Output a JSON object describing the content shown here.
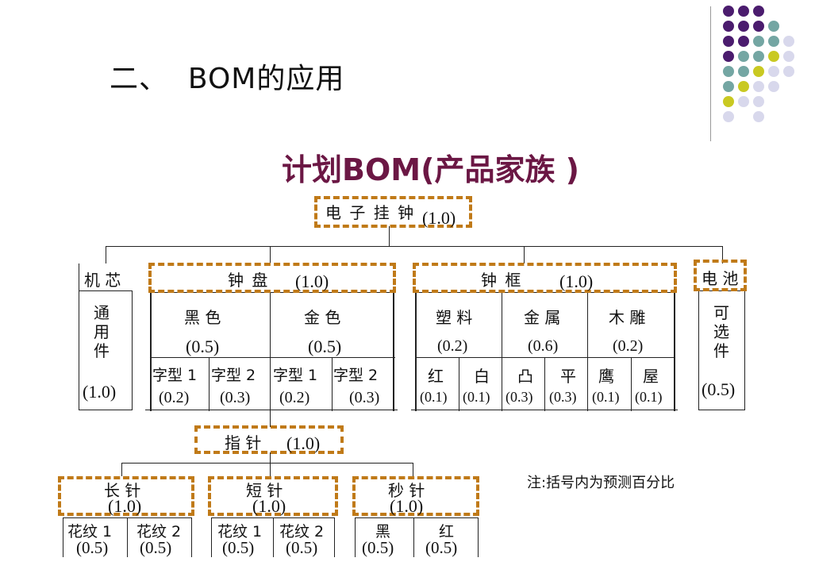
{
  "page_title": {
    "number": "二、",
    "text": "BOM的应用"
  },
  "diagram_title": "计划BOM(产品家族 )",
  "colors": {
    "frame_dash": "#c07a18",
    "title": "#6b1744",
    "dot_purple": "#4b1c6e",
    "dot_teal": "#74a6a3",
    "dot_yellow": "#c9c922",
    "dot_lavender": "#d8d8ec"
  },
  "root": {
    "name": "电 子 挂 钟",
    "qty": "(1.0)"
  },
  "level1": {
    "movement": {
      "name": "机 芯",
      "sub": "通用件",
      "qty": "(1.0)"
    },
    "dial": {
      "name": "钟  盘",
      "qty": "(1.0)"
    },
    "frame": {
      "name": "钟  框",
      "qty": "(1.0)"
    },
    "battery": {
      "name": "电 池",
      "sub": "可选件",
      "qty": "(0.5)"
    }
  },
  "dial_colors": [
    {
      "name": "黑   色",
      "qty": "(0.5)"
    },
    {
      "name": "金   色",
      "qty": "(0.5)"
    }
  ],
  "dial_fonts": [
    {
      "name": "字型 1",
      "qty": "(0.2)"
    },
    {
      "name": "字型 2",
      "qty": "(0.3)"
    },
    {
      "name": "字型 1",
      "qty": "(0.2)"
    },
    {
      "name": "字型 2",
      "qty": "(0.3)"
    }
  ],
  "frame_materials": [
    {
      "name": "塑 料",
      "qty": "(0.2)"
    },
    {
      "name": "金 属",
      "qty": "(0.6)"
    },
    {
      "name": "木 雕",
      "qty": "(0.2)"
    }
  ],
  "frame_variants": [
    {
      "name": "红",
      "qty": "(0.1)"
    },
    {
      "name": "白",
      "qty": "(0.1)"
    },
    {
      "name": "凸",
      "qty": "(0.3)"
    },
    {
      "name": "平",
      "qty": "(0.3)"
    },
    {
      "name": "鹰",
      "qty": "(0.1)"
    },
    {
      "name": "屋",
      "qty": "(0.1)"
    }
  ],
  "hands": {
    "name": "指  针",
    "qty": "(1.0)"
  },
  "hand_types": [
    {
      "name": "长  针",
      "qty": "(1.0)"
    },
    {
      "name": "短  针",
      "qty": "(1.0)"
    },
    {
      "name": "秒  针",
      "qty": "(1.0)"
    }
  ],
  "hand_variants": [
    {
      "name": "花纹 1",
      "qty": "(0.5)"
    },
    {
      "name": "花纹 2",
      "qty": "(0.5)"
    },
    {
      "name": "花纹 1",
      "qty": "(0.5)"
    },
    {
      "name": "花纹 2",
      "qty": "(0.5)"
    },
    {
      "name": "黑",
      "qty": "(0.5)"
    },
    {
      "name": "红",
      "qty": "(0.5)"
    }
  ],
  "note": "注:括号内为预测百分比"
}
